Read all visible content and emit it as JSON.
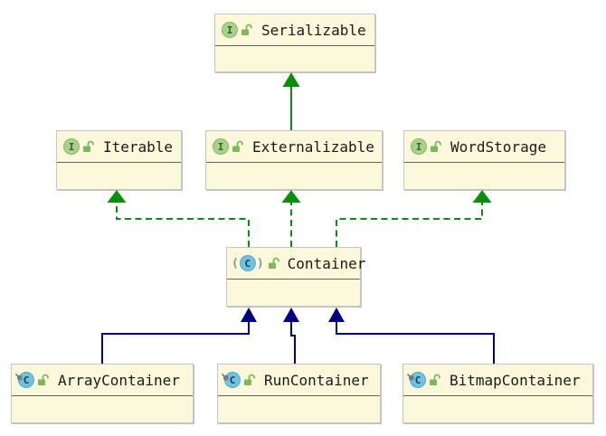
{
  "icons": {
    "interface_letter": "I",
    "class_letter": "C",
    "paren_left": "(",
    "paren_right": ")"
  },
  "colors": {
    "canvas_background": "#FFFFFF",
    "node_fill": "#FBF8DC",
    "node_border": "#C6C6C6",
    "title_divider": "#646464",
    "realization_green": "#0A8F0A",
    "inheritance_navy": "#000080",
    "interface_icon_green": "#A8D28A",
    "class_icon_blue": "#70C2E2",
    "lock_icon_green": "#7FB85A"
  },
  "diagram": {
    "nodes": [
      {
        "id": "serializable",
        "label": "Serializable",
        "kind": "interface",
        "visibility": "public"
      },
      {
        "id": "iterable",
        "label": "Iterable",
        "kind": "interface",
        "visibility": "public"
      },
      {
        "id": "externalizable",
        "label": "Externalizable",
        "kind": "interface",
        "visibility": "public"
      },
      {
        "id": "wordstorage",
        "label": "WordStorage",
        "kind": "interface",
        "visibility": "public"
      },
      {
        "id": "container",
        "label": "Container",
        "kind": "abstract-class",
        "visibility": "public"
      },
      {
        "id": "arraycontainer",
        "label": "ArrayContainer",
        "kind": "final-class",
        "visibility": "public"
      },
      {
        "id": "runcontainer",
        "label": "RunContainer",
        "kind": "final-class",
        "visibility": "public"
      },
      {
        "id": "bitmapcontainer",
        "label": "BitmapContainer",
        "kind": "final-class",
        "visibility": "public"
      }
    ],
    "edges": [
      {
        "from": "Externalizable",
        "to": "Serializable",
        "type": "extends",
        "style": "solid",
        "color": "#0A8F0A"
      },
      {
        "from": "Container",
        "to": "Iterable",
        "type": "implements",
        "style": "dashed",
        "color": "#0A8F0A"
      },
      {
        "from": "Container",
        "to": "Externalizable",
        "type": "implements",
        "style": "dashed",
        "color": "#0A8F0A"
      },
      {
        "from": "Container",
        "to": "WordStorage",
        "type": "implements",
        "style": "dashed",
        "color": "#0A8F0A"
      },
      {
        "from": "ArrayContainer",
        "to": "Container",
        "type": "extends",
        "style": "solid",
        "color": "#000080"
      },
      {
        "from": "RunContainer",
        "to": "Container",
        "type": "extends",
        "style": "solid",
        "color": "#000080"
      },
      {
        "from": "BitmapContainer",
        "to": "Container",
        "type": "extends",
        "style": "solid",
        "color": "#000080"
      }
    ]
  }
}
